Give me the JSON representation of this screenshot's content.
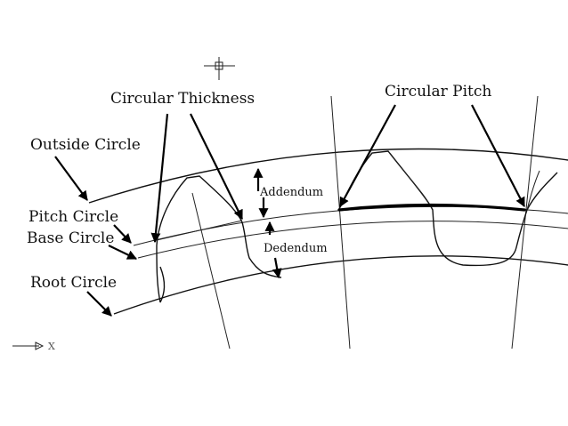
{
  "labels": {
    "circular_thickness": "Circular Thickness",
    "circular_pitch": "Circular Pitch",
    "outside_circle": "Outside Circle",
    "pitch_circle": "Pitch Circle",
    "base_circle": "Base Circle",
    "root_circle": "Root Circle",
    "addendum": "Addendum",
    "dedendum": "Dedendum",
    "axis_x": "X"
  }
}
